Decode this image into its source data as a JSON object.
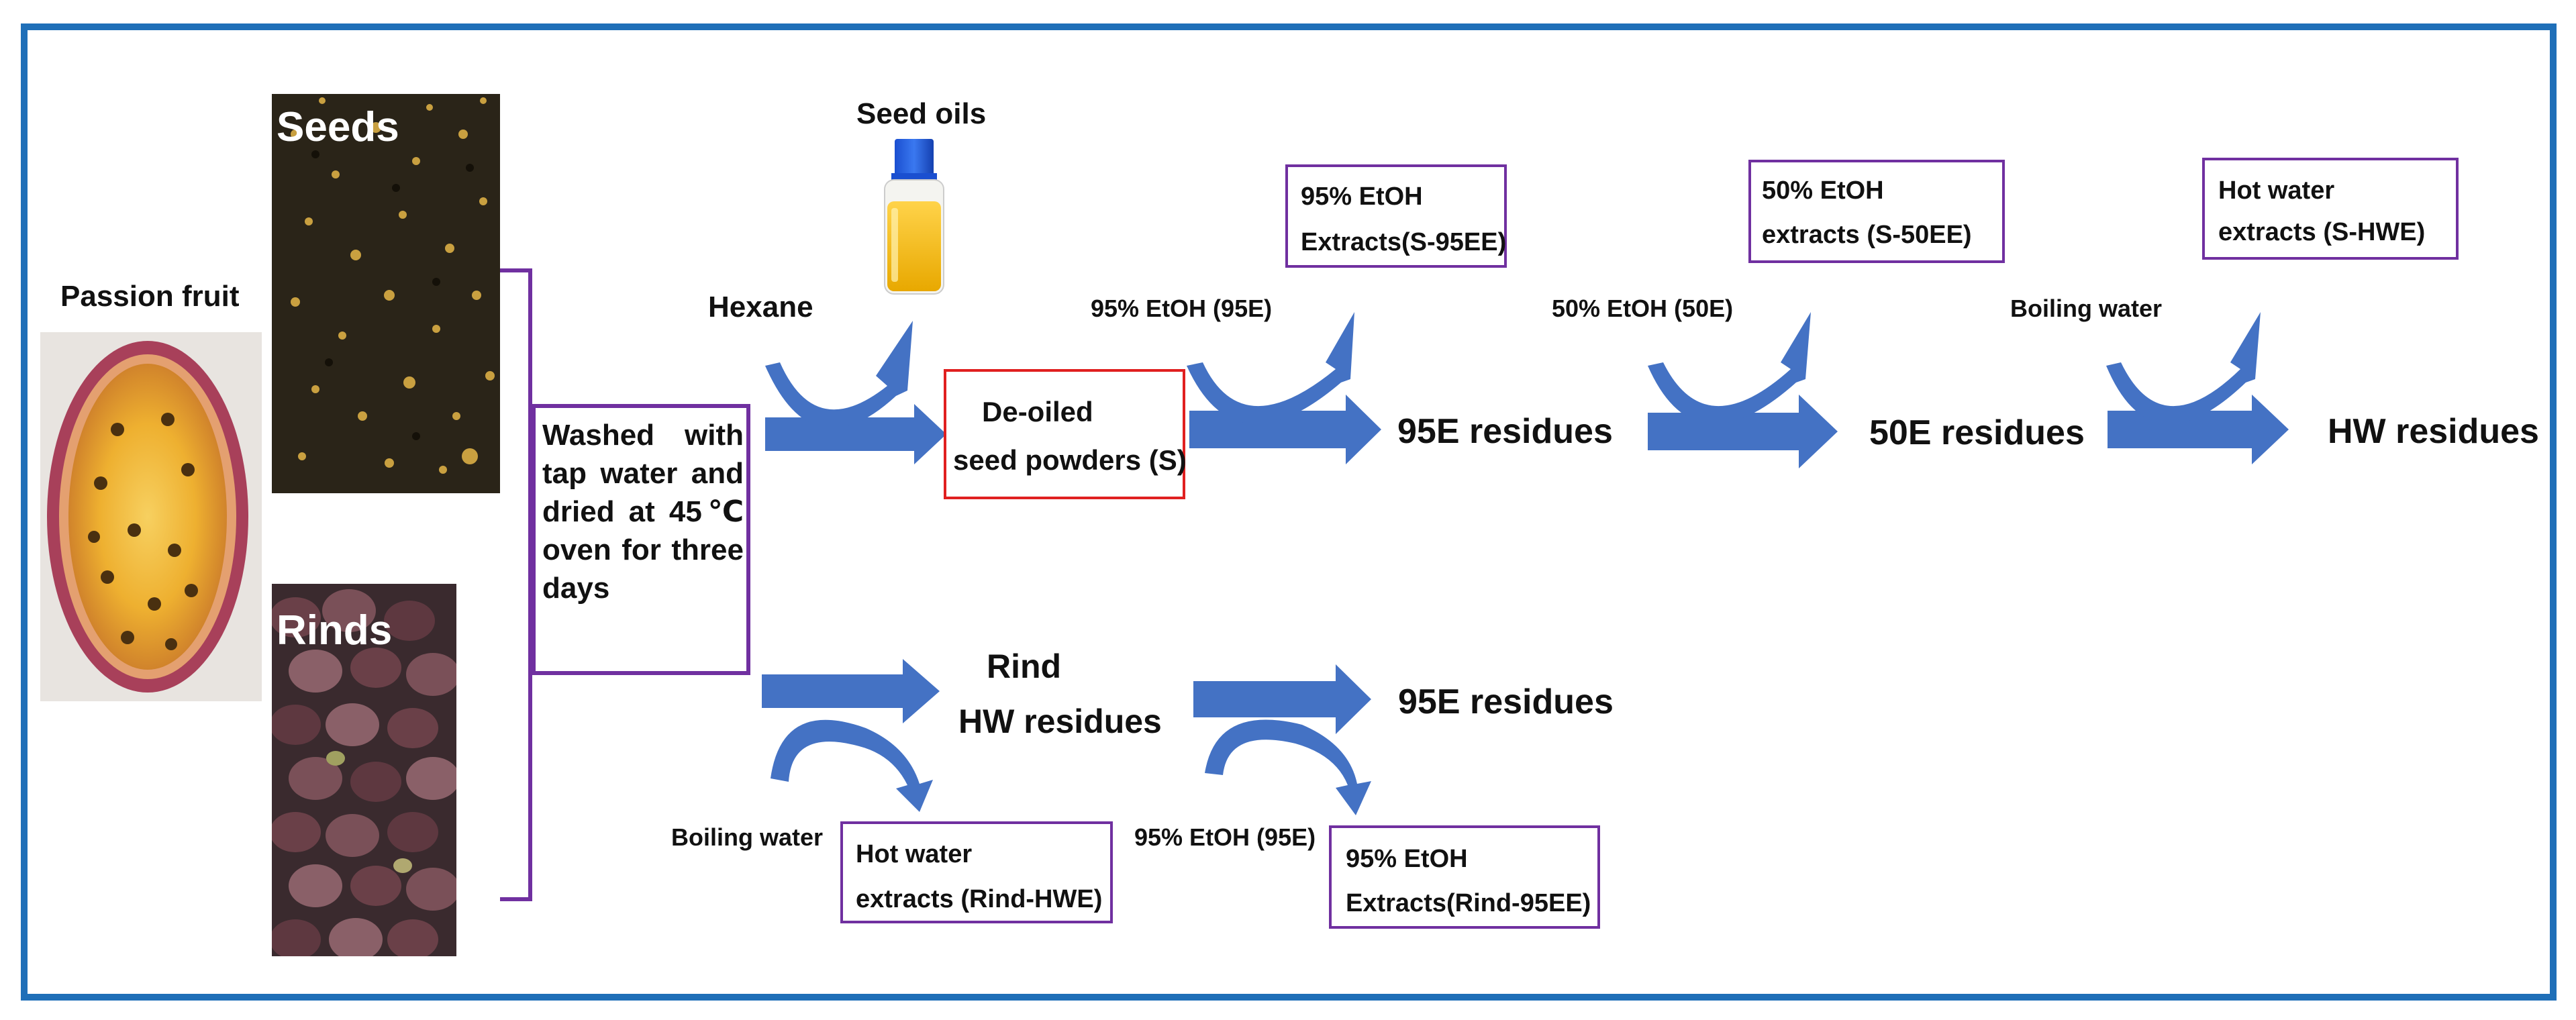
{
  "photos": {
    "passion_fruit": "Passion fruit",
    "seeds": "Seeds",
    "rinds": "Rinds"
  },
  "wash_step": "Washed with tap water and dried at 45℃ oven for three days",
  "seed_pathway": {
    "seed_oils": "Seed oils",
    "hexane": "Hexane",
    "deoiled_line1": "De-oiled",
    "deoiled_line2": "seed powders (S)",
    "solvent_95e": "95%  EtOH (95E)",
    "extract_95_line1": "95%  EtOH",
    "extract_95_line2": "Extracts(S-95EE)",
    "residue_95e": "95E residues",
    "solvent_50e": "50%  EtOH (50E)",
    "extract_50_line1": "50%  EtOH",
    "extract_50_line2": "extracts (S-50EE)",
    "residue_50e": "50E residues",
    "solvent_hw": "Boiling water",
    "extract_hw_line1": "Hot water",
    "extract_hw_line2": "extracts (S-HWE)",
    "residue_hw": "HW residues"
  },
  "rind_pathway": {
    "residue_rind_line1": "Rind",
    "residue_rind_line2": "HW residues",
    "solvent_hw": "Boiling water",
    "extract_hw_line1": "Hot water",
    "extract_hw_line2": "extracts (Rind-HWE)",
    "solvent_95e": "95%  EtOH (95E)",
    "residue_95e": "95E residues",
    "extract_95_line1": "95%  EtOH",
    "extract_95_line2": "Extracts(Rind-95EE)"
  },
  "colors": {
    "frame": "#1f6fb8",
    "arrow": "#4472c4",
    "purple_box": "#7030a0",
    "red_box": "#e02020"
  }
}
